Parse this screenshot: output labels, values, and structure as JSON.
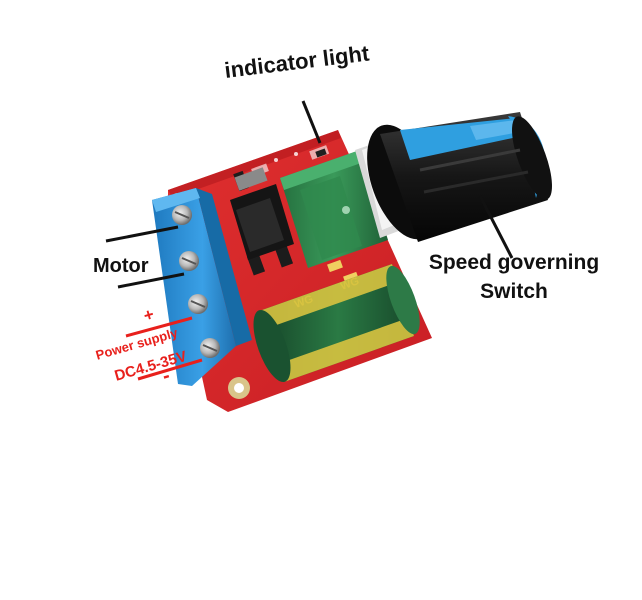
{
  "labels": {
    "indicator": "indicator light",
    "speed_line1": "Speed governing",
    "speed_line2": "Switch",
    "motor": "Motor",
    "plus": "+",
    "power_supply": "Power supply",
    "voltage": "DC4.5-35V",
    "minus": "-"
  },
  "colors": {
    "board": "#d8262a",
    "terminal": "#2a8fd6",
    "pot": "#2f8a4e",
    "knob": "#1b1b1b",
    "knob_accent": "#2f9fe0",
    "capacitor": "#1f5f31",
    "annotation_red": "#e8201c"
  }
}
